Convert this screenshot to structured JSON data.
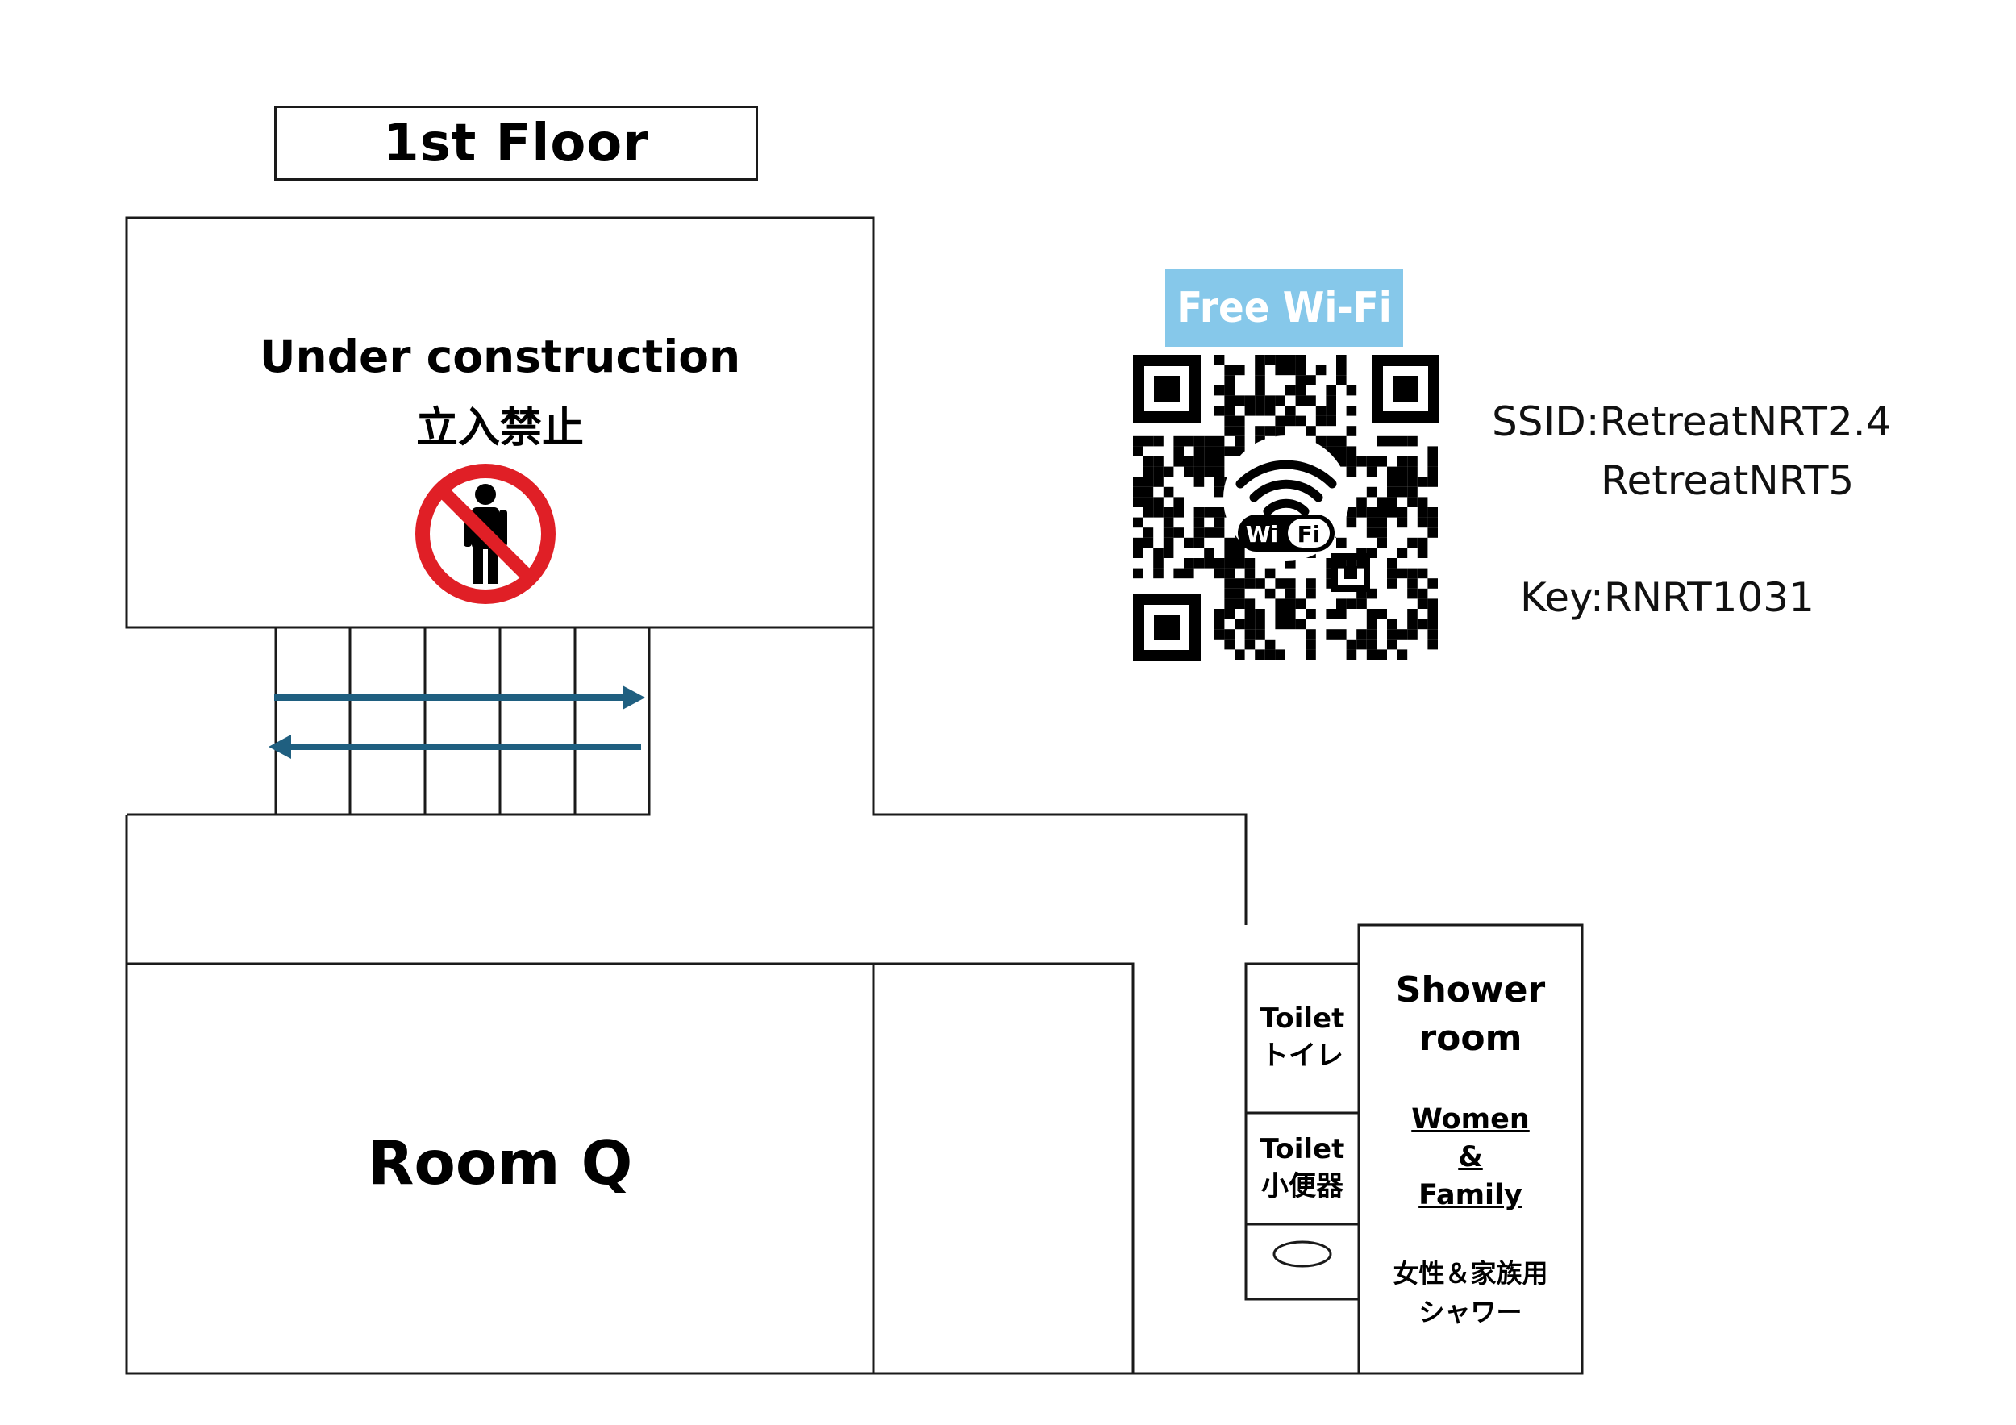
{
  "title": "1st Floor",
  "construction": {
    "line1": "Under construction",
    "line2": "立入禁止",
    "sign_icon": "no-entry-person-icon"
  },
  "room_q": {
    "label": "Room Q"
  },
  "toilet1": {
    "line1": "Toilet",
    "line2": "トイレ"
  },
  "toilet2": {
    "line1": "Toilet",
    "line2": "小便器"
  },
  "shower": {
    "line1": "Shower",
    "line2": "room",
    "women": "Women",
    "amp": "&",
    "family": "Family",
    "jp1": "女性＆家族用",
    "jp2": "シャワー"
  },
  "wifi": {
    "banner": "Free Wi-Fi",
    "banner_color": "#86c8ea",
    "qr_icon": "wifi-qr-code-icon",
    "qr_badge": "WiFi",
    "ssid_line1": "SSID:RetreatNRT2.4",
    "ssid_line2": "RetreatNRT5",
    "key": "Key:RNRT1031"
  },
  "colors": {
    "arrow": "#1f5f80",
    "sign_red": "#e01f26"
  }
}
